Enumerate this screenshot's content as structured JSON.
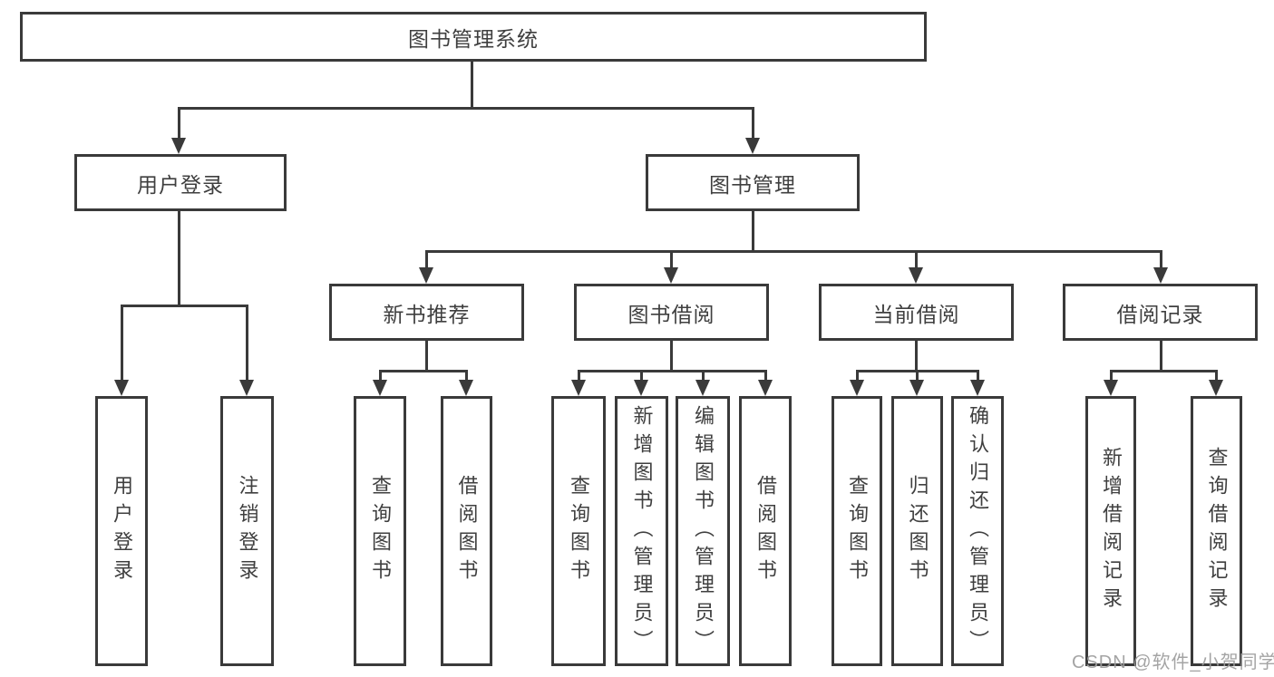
{
  "diagram": {
    "title_node": {
      "label": "图书管理系统"
    },
    "level2": [
      {
        "id": "user-login",
        "label": "用户登录"
      },
      {
        "id": "book-management",
        "label": "图书管理"
      }
    ],
    "level3": [
      {
        "id": "new-book-recommend",
        "label": "新书推荐"
      },
      {
        "id": "book-borrow",
        "label": "图书借阅"
      },
      {
        "id": "current-borrow",
        "label": "当前借阅"
      },
      {
        "id": "borrow-records",
        "label": "借阅记录"
      }
    ],
    "leaves": {
      "user_login": [
        {
          "label": "用户登录"
        },
        {
          "label": "注销登录"
        }
      ],
      "new_book": [
        {
          "label": "查询图书"
        },
        {
          "label": "借阅图书"
        }
      ],
      "book_borrow": [
        {
          "label": "查询图书"
        },
        {
          "label": "新增图书（管理员）"
        },
        {
          "label": "编辑图书（管理员）"
        },
        {
          "label": "借阅图书"
        }
      ],
      "current_borrow": [
        {
          "label": "查询图书"
        },
        {
          "label": "归还图书"
        },
        {
          "label": "确认归还（管理员）"
        }
      ],
      "borrow_records": [
        {
          "label": "新增借阅记录"
        },
        {
          "label": "查询借阅记录"
        }
      ]
    },
    "colors": {
      "line": "#3a3a3a",
      "text": "#3f3f3f",
      "box_background": "#ffffff"
    }
  },
  "watermark": {
    "text": "CSDN @软件_小贺同学",
    "color": "#9d9d9d"
  }
}
